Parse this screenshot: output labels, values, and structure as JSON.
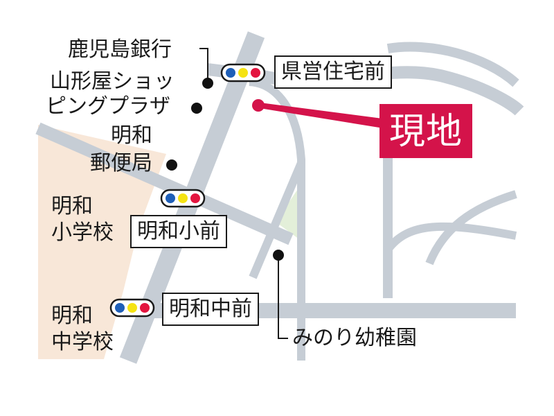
{
  "places": {
    "bank": "鹿児島銀行",
    "mall_line1": "山形屋ショッ",
    "mall_line2": "ピングプラザ",
    "post_line1": "明和",
    "post_line2": "郵便局",
    "elem_line1": "明和",
    "elem_line2": "小学校",
    "junior_line1": "明和",
    "junior_line2": "中学校",
    "kindergarten": "みのり幼稚園"
  },
  "signals": {
    "kenei": "県営住宅前",
    "meiwa_sho": "明和小前",
    "meiwa_chu": "明和中前"
  },
  "site": {
    "label": "現地"
  },
  "colors": {
    "road": "#c6cdd5",
    "school_area": "#f8e7d8",
    "green_area": "#e3efd9",
    "site_accent": "#d4134a",
    "signal_blue": "#1f5fb8",
    "signal_yellow": "#f5e313",
    "signal_red": "#e3153f"
  }
}
